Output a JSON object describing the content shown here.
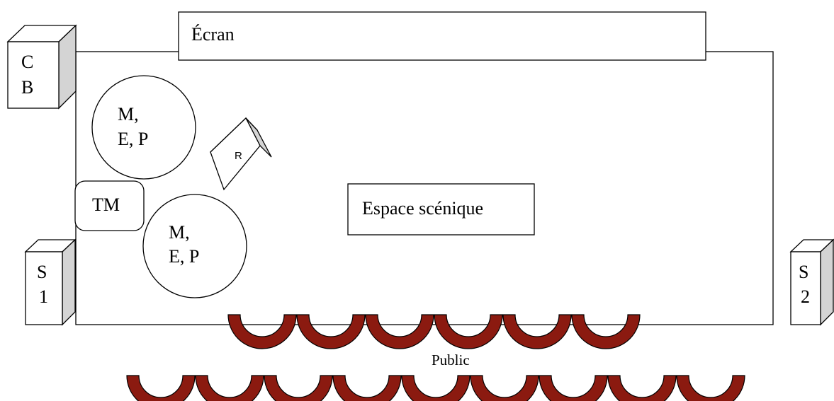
{
  "screen": {
    "label": "Écran"
  },
  "stage": {
    "label": "Espace scénique"
  },
  "audience": {
    "label": "Public",
    "front_row_seats": 6,
    "back_row_seats": 9
  },
  "boxes": {
    "cb": {
      "line1": "C",
      "line2": "B"
    },
    "s1": {
      "line1": "S",
      "line2": "1"
    },
    "s2": {
      "line1": "S",
      "line2": "2"
    },
    "r": {
      "label": "R"
    }
  },
  "circles": [
    {
      "line1": "M,",
      "line2": "E, P"
    },
    {
      "line1": "M,",
      "line2": "E, P"
    }
  ],
  "tm": {
    "label": "TM"
  },
  "colors": {
    "seat": "#8b1a10",
    "box_side": "#d4d4d4",
    "line": "#000000"
  }
}
